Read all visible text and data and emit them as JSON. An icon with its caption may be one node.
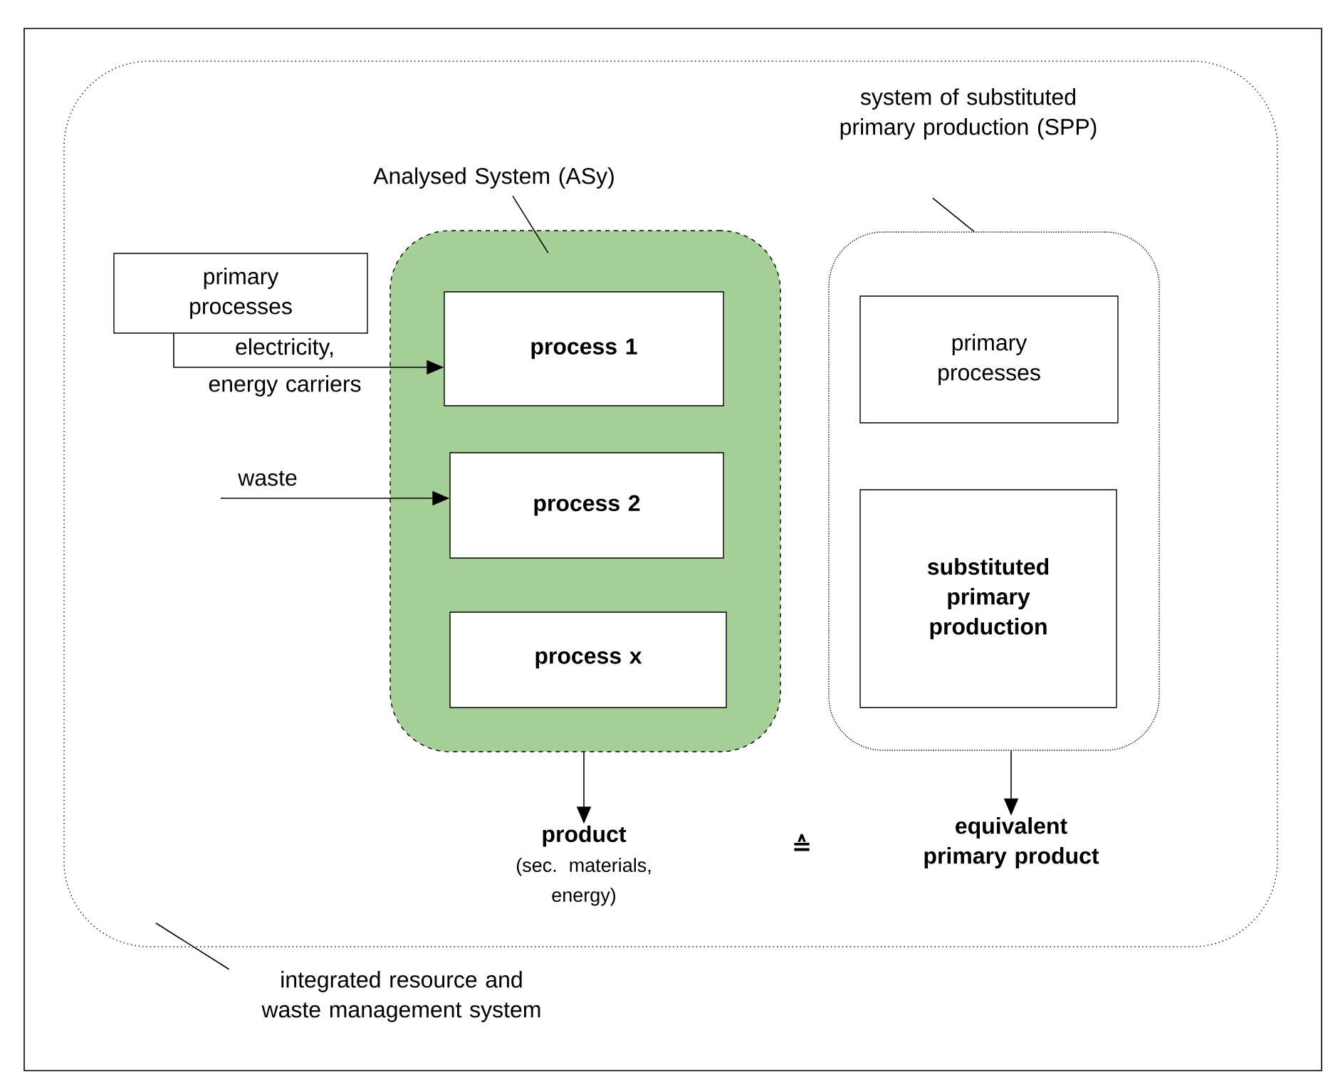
{
  "diagram": {
    "nodes": [
      {
        "text": [],
        "shape": "box"
      },
      {
        "text": [],
        "shape": "box",
        "in": 0
      },
      {
        "text": [
          "process 1"
        ],
        "in": 1
      },
      {
        "text": [
          "process 2"
        ],
        "in": 1
      },
      {
        "text": [
          "process x"
        ],
        "in": 1
      },
      {
        "text": [],
        "shape": "box",
        "in": 0
      },
      {
        "text": [
          "primary processes"
        ],
        "in": 5
      },
      {
        "text": [
          "substituted primary production"
        ],
        "in": 5
      },
      {
        "text": [
          "primary processes"
        ],
        "in": 0
      },
      {
        "text": [
          "product",
          "(sec. materials, energy)"
        ],
        "in": 0
      },
      {
        "text": [
          "equivalent primary product"
        ],
        "in": 0
      },
      {
        "text": [
          "Analysed System (ASy)"
        ],
        "in": 0
      },
      {
        "text": [
          "system of substituted primary production (SPP)"
        ],
        "in": 0
      },
      {
        "text": [
          "integrated resource and waste management system"
        ]
      }
    ],
    "edges": [
      {
        "from": 8,
        "to": 2,
        "arrow": "to",
        "label": "electricity, energy carriers"
      },
      {
        "from": null,
        "to": 3,
        "arrow": "to",
        "label": "waste"
      },
      {
        "from": 1,
        "to": 9,
        "arrow": "to"
      },
      {
        "from": 5,
        "to": 10,
        "arrow": "to"
      },
      {
        "from": 11,
        "to": 1,
        "arrow": "none"
      },
      {
        "from": 12,
        "to": 5,
        "arrow": "none"
      },
      {
        "from": 13,
        "to": 0,
        "arrow": "none"
      }
    ],
    "labels": [
      "≙"
    ]
  }
}
